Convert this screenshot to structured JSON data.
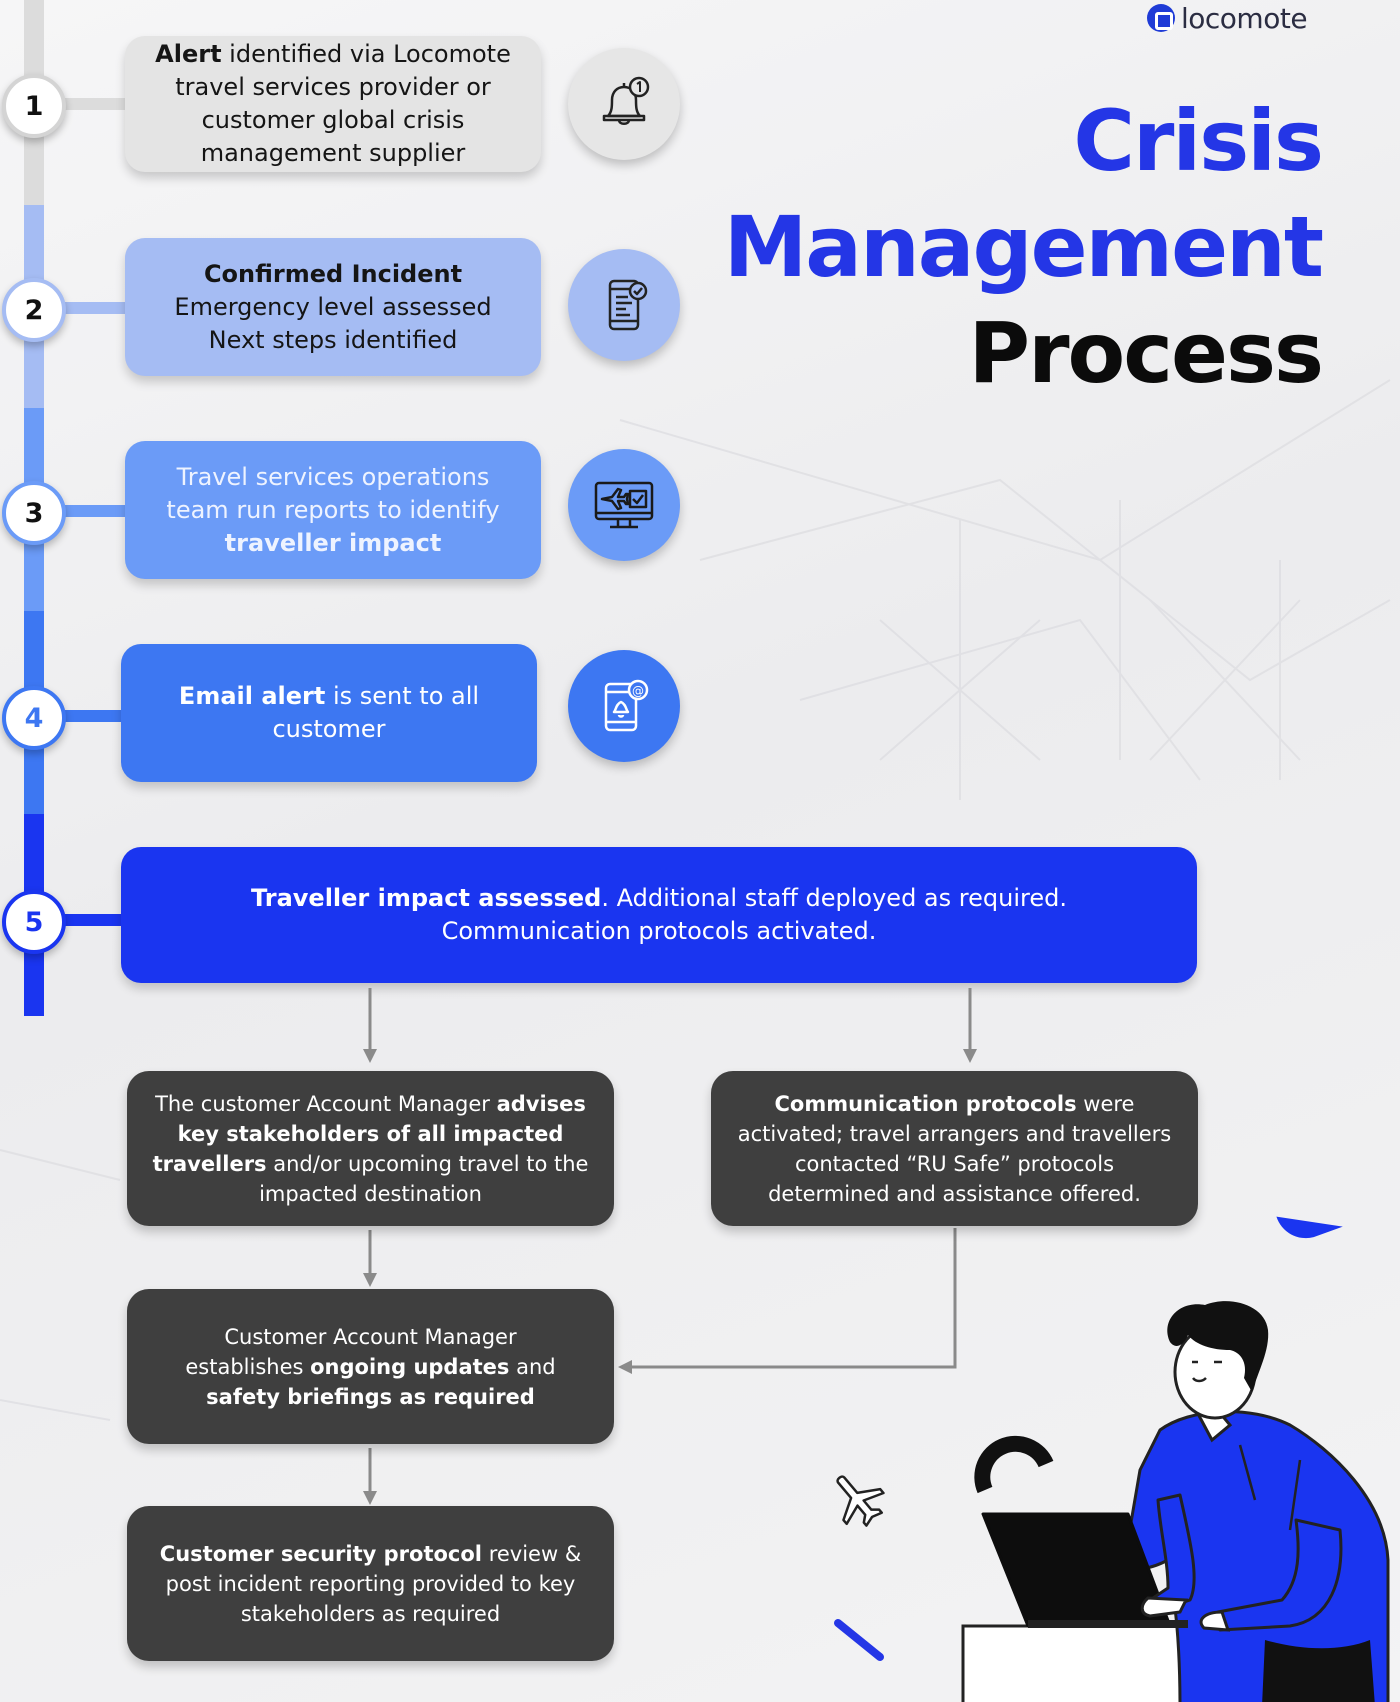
{
  "brand": {
    "name": "locomote",
    "icon": "locomote-logo-icon"
  },
  "title": {
    "line1": "Crisis",
    "line2": "Management",
    "line3": "Process"
  },
  "colors": {
    "step1": "#d4d4d4",
    "step2": "#a5bcf3",
    "step3": "#6b9bf7",
    "step4": "#3d77f2",
    "step5": "#1a35f0",
    "dark_box": "#3f3f3f",
    "title_blue": "#2436e6"
  },
  "steps": [
    {
      "number": "1",
      "icon": "bell-notification-icon",
      "bold": "Alert",
      "text": " identified via Locomote travel services provider or customer global crisis management supplier"
    },
    {
      "number": "2",
      "icon": "phone-checklist-icon",
      "bold": "Confirmed Incident",
      "line2": "Emergency level assessed",
      "line3": "Next steps identified"
    },
    {
      "number": "3",
      "icon": "monitor-flight-report-icon",
      "pre": "Travel services operations team run reports to identify ",
      "bold": "traveller impact"
    },
    {
      "number": "4",
      "icon": "phone-email-alert-icon",
      "bold": "Email alert",
      "text": " is sent to all customer"
    },
    {
      "number": "5",
      "bold": "Traveller impact assessed",
      "text": ". Additional staff deployed as required.",
      "line2": "Communication protocols activated."
    }
  ],
  "process": {
    "account_manager": {
      "pre": "The customer Account Manager ",
      "bold": "advises key stakeholders of all impacted travellers",
      "post": " and/or upcoming travel to the impacted destination"
    },
    "communication": {
      "bold": "Communication protocols",
      "post": " were activated; travel arrangers and travellers contacted “RU Safe” protocols determined and assistance offered."
    },
    "updates": {
      "pre": "Customer Account Manager establishes ",
      "bold1": "ongoing updates",
      "mid": " and ",
      "bold2": "safety briefings as required"
    },
    "review": {
      "bold": "Customer security protocol",
      "post": " review & post incident reporting provided to key stakeholders as required"
    }
  },
  "illustration": {
    "icons": [
      "person-at-laptop-icon",
      "airplane-icon"
    ]
  }
}
